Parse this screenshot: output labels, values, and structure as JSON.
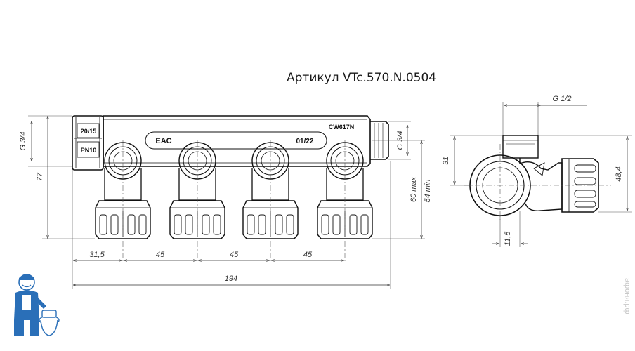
{
  "header": {
    "article_text": "Артикул VTc.570.N.0504"
  },
  "front_view": {
    "thread_left": "G 3/4",
    "thread_right": "G 3/4",
    "height_total": "77",
    "height_max": "60 max",
    "height_min": "54 min",
    "body_marks": {
      "size": "20/15",
      "pn": "PN10",
      "cert": "EAC",
      "date": "01/22",
      "material": "CW617N"
    },
    "spacing": [
      "31,5",
      "45",
      "45",
      "45"
    ],
    "length_total": "194",
    "outlets_count": 4
  },
  "side_view": {
    "thread": "G 1/2",
    "dim_height": "31",
    "dim_total": "48,4",
    "dim_offset": "11,5"
  },
  "watermark": {
    "text": "афоня.рф"
  },
  "colors": {
    "line": "#111111",
    "dimension": "#333333",
    "logo_blue": "#2a6fb8",
    "watermark": "#c8c8c8"
  }
}
